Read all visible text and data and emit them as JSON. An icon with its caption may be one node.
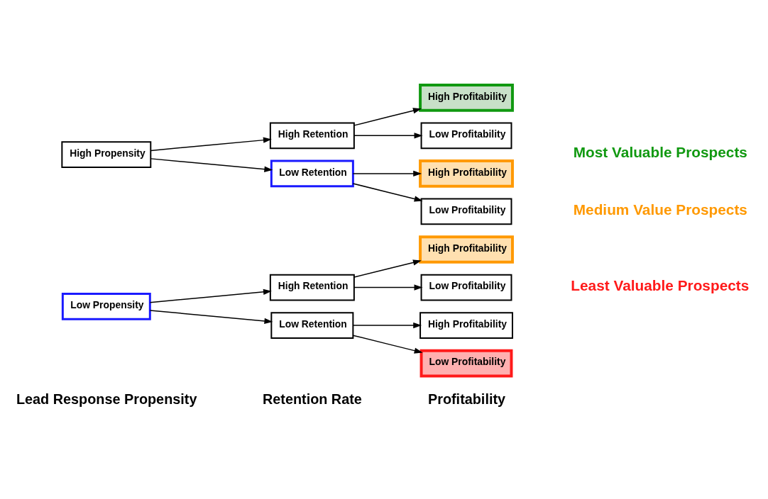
{
  "diagram": {
    "nodes": [
      {
        "text": [
          "High Propensity"
        ]
      },
      {
        "text": [
          "Low Propensity"
        ]
      },
      {
        "text": [
          "High Retention"
        ]
      },
      {
        "text": [
          "Low Retention"
        ]
      },
      {
        "text": [
          "High Retention"
        ]
      },
      {
        "text": [
          "Low Retention"
        ]
      },
      {
        "text": [
          "High Profitability"
        ]
      },
      {
        "text": [
          "Low Profitability"
        ]
      },
      {
        "text": [
          "High Profitability"
        ]
      },
      {
        "text": [
          "Low Profitability"
        ]
      },
      {
        "text": [
          "High Profitability"
        ]
      },
      {
        "text": [
          "Low Profitability"
        ]
      },
      {
        "text": [
          "High Profitability"
        ]
      },
      {
        "text": [
          "Low Profitability"
        ]
      }
    ],
    "edges": [
      {
        "from": 0,
        "to": 2,
        "arrow": "to"
      },
      {
        "from": 0,
        "to": 3,
        "arrow": "to"
      },
      {
        "from": 1,
        "to": 4,
        "arrow": "to"
      },
      {
        "from": 1,
        "to": 5,
        "arrow": "to"
      },
      {
        "from": 2,
        "to": 6,
        "arrow": "to"
      },
      {
        "from": 2,
        "to": 7,
        "arrow": "to"
      },
      {
        "from": 3,
        "to": 8,
        "arrow": "to"
      },
      {
        "from": 3,
        "to": 9,
        "arrow": "to"
      },
      {
        "from": 4,
        "to": 10,
        "arrow": "to"
      },
      {
        "from": 4,
        "to": 11,
        "arrow": "to"
      },
      {
        "from": 5,
        "to": 12,
        "arrow": "to"
      },
      {
        "from": 5,
        "to": 13,
        "arrow": "to"
      }
    ],
    "labels": [
      "Lead Response Propensity",
      "Retention Rate",
      "Profitability",
      "Most Valuable Prospects",
      "Medium Value Prospects",
      "Least Valuable Prospects"
    ]
  }
}
